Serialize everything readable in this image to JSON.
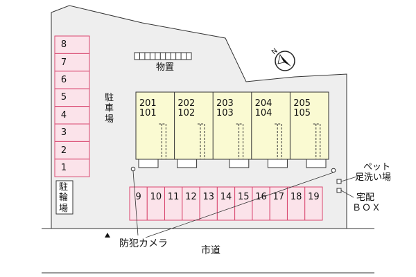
{
  "colors": {
    "ground": "#eeeeee",
    "parking_fill": "#fbe3ea",
    "parking_stroke": "#d9466f",
    "building_fill": "#fafad2",
    "outline": "#333333"
  },
  "parking_left": [
    "8",
    "7",
    "6",
    "5",
    "4",
    "3",
    "2",
    "1"
  ],
  "parking_bottom": [
    "9",
    "10",
    "11",
    "12",
    "13",
    "14",
    "15",
    "16",
    "17",
    "18",
    "19"
  ],
  "units": [
    {
      "upper": "201",
      "lower": "101"
    },
    {
      "upper": "202",
      "lower": "102"
    },
    {
      "upper": "203",
      "lower": "103"
    },
    {
      "upper": "204",
      "lower": "104"
    },
    {
      "upper": "205",
      "lower": "105"
    }
  ],
  "labels": {
    "storage": "物置",
    "car_parking": [
      "駐",
      "車",
      "場"
    ],
    "bike_parking": [
      "駐",
      "輪",
      "場"
    ],
    "pet_wash_line1": "ペット",
    "pet_wash_line2": "足洗い場",
    "delivery_box_line1": "宅配",
    "delivery_box_line2": "ＢＯＸ",
    "security_camera": "防犯カメラ",
    "city_road": "市道",
    "compass": "N"
  },
  "icons": {
    "compass": "north-arrow-icon",
    "entrance": "entrance-triangle-icon",
    "camera": "camera-marker-icon"
  }
}
